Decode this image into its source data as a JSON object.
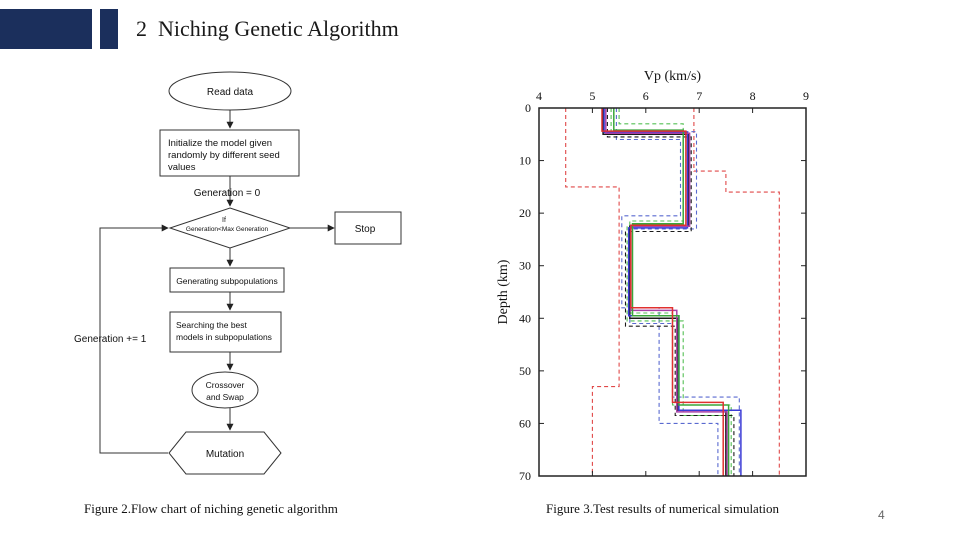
{
  "slide": {
    "title": "2  Niching Genetic Algorithm",
    "page_number": "4",
    "accent_color": "#1b2f5c"
  },
  "flowchart": {
    "caption": "Figure 2.Flow chart of niching genetic algorithm",
    "nodes": {
      "read_data": "Read data",
      "init_line1": "Initialize the model given",
      "init_line2": "randomly by different seed",
      "init_line3": "values",
      "gen_zero": "Generation = 0",
      "decision_line1": "If",
      "decision_line2": "Generation<Max Generation",
      "stop": "Stop",
      "subpop": "Generating subpopulations",
      "search_line1": "Searching the best",
      "search_line2": "models in subpopulations",
      "gen_inc": "Generation += 1",
      "cross_line1": "Crossover",
      "cross_line2": "and Swap",
      "mutation": "Mutation"
    }
  },
  "chart_data": {
    "type": "line",
    "caption": "Figure 3.Test results of numerical simulation",
    "xlabel": "Vp (km/s)",
    "ylabel": "Depth (km)",
    "x_axis_position": "top",
    "y_inverted": true,
    "xlim": [
      4,
      9
    ],
    "ylim": [
      0,
      70
    ],
    "x_ticks": [
      4,
      5,
      6,
      7,
      8,
      9
    ],
    "y_ticks": [
      0,
      10,
      20,
      30,
      40,
      50,
      60,
      70
    ],
    "grid": false,
    "series": [
      {
        "color": "#e04848",
        "dashed": true,
        "points": [
          [
            4.5,
            0
          ],
          [
            4.5,
            15
          ],
          [
            5.5,
            15
          ],
          [
            5.5,
            53
          ],
          [
            5.0,
            53
          ],
          [
            5.0,
            70
          ]
        ]
      },
      {
        "color": "#e04848",
        "dashed": true,
        "points": [
          [
            6.9,
            0
          ],
          [
            6.9,
            12
          ],
          [
            7.5,
            12
          ],
          [
            7.5,
            16
          ],
          [
            8.5,
            16
          ],
          [
            8.5,
            70
          ]
        ]
      },
      {
        "color": "#5a6ad0",
        "dashed": true,
        "points": [
          [
            5.2,
            0
          ],
          [
            5.2,
            4.5
          ],
          [
            6.95,
            4.5
          ],
          [
            6.95,
            23
          ],
          [
            5.7,
            23
          ],
          [
            5.7,
            41
          ],
          [
            6.5,
            41
          ],
          [
            6.5,
            55
          ],
          [
            7.75,
            55
          ],
          [
            7.75,
            70
          ]
        ]
      },
      {
        "color": "#5a6ad0",
        "dashed": true,
        "points": [
          [
            5.45,
            0
          ],
          [
            5.45,
            6
          ],
          [
            6.65,
            6
          ],
          [
            6.65,
            20.5
          ],
          [
            5.55,
            20.5
          ],
          [
            5.55,
            38
          ],
          [
            6.25,
            38
          ],
          [
            6.25,
            60
          ],
          [
            7.35,
            60
          ],
          [
            7.35,
            70
          ]
        ]
      },
      {
        "color": "#55c055",
        "dashed": true,
        "points": [
          [
            5.5,
            0
          ],
          [
            5.5,
            3
          ],
          [
            6.7,
            3
          ],
          [
            6.7,
            21.5
          ],
          [
            5.7,
            21.5
          ],
          [
            5.7,
            39
          ],
          [
            6.5,
            39
          ],
          [
            6.5,
            56.5
          ],
          [
            7.6,
            56.5
          ],
          [
            7.6,
            70
          ]
        ]
      },
      {
        "color": "#55c055",
        "dashed": true,
        "points": [
          [
            5.35,
            0
          ],
          [
            5.35,
            5
          ],
          [
            6.75,
            5
          ],
          [
            6.75,
            22.5
          ],
          [
            5.65,
            22.5
          ],
          [
            5.65,
            40.5
          ],
          [
            6.7,
            40.5
          ],
          [
            6.7,
            58.5
          ],
          [
            7.5,
            58.5
          ],
          [
            7.5,
            70
          ]
        ]
      },
      {
        "color": "#1a1a1a",
        "dashed": true,
        "points": [
          [
            5.28,
            0
          ],
          [
            5.28,
            5.5
          ],
          [
            6.85,
            5.5
          ],
          [
            6.85,
            23.5
          ],
          [
            5.62,
            23.5
          ],
          [
            5.62,
            41.5
          ],
          [
            6.55,
            41.5
          ],
          [
            6.55,
            58.5
          ],
          [
            7.65,
            58.5
          ],
          [
            7.65,
            70
          ]
        ]
      },
      {
        "color": "#1a1a1a",
        "dashed": false,
        "points": [
          [
            5.2,
            0
          ],
          [
            5.2,
            5
          ],
          [
            6.8,
            5
          ],
          [
            6.8,
            22.5
          ],
          [
            5.7,
            22.5
          ],
          [
            5.7,
            40
          ],
          [
            6.6,
            40
          ],
          [
            6.6,
            57.5
          ],
          [
            7.5,
            57.5
          ],
          [
            7.5,
            70
          ]
        ]
      },
      {
        "color": "#3b3bd6",
        "dashed": false,
        "points": [
          [
            5.22,
            0
          ],
          [
            5.22,
            4.6
          ],
          [
            6.78,
            4.6
          ],
          [
            6.78,
            22.8
          ],
          [
            5.68,
            22.8
          ],
          [
            5.68,
            39.5
          ],
          [
            6.62,
            39.5
          ],
          [
            6.62,
            57.5
          ],
          [
            7.78,
            57.5
          ],
          [
            7.78,
            70
          ]
        ]
      },
      {
        "color": "#a840a8",
        "dashed": false,
        "points": [
          [
            5.25,
            0
          ],
          [
            5.25,
            4.8
          ],
          [
            6.82,
            4.8
          ],
          [
            6.82,
            22.5
          ],
          [
            5.72,
            22.5
          ],
          [
            5.72,
            38.5
          ],
          [
            6.58,
            38.5
          ],
          [
            6.58,
            57.8
          ],
          [
            7.52,
            57.8
          ],
          [
            7.52,
            70
          ]
        ]
      },
      {
        "color": "#3aa53a",
        "dashed": false,
        "points": [
          [
            5.4,
            0
          ],
          [
            5.4,
            4.2
          ],
          [
            6.7,
            4.2
          ],
          [
            6.7,
            22
          ],
          [
            5.75,
            22
          ],
          [
            5.75,
            39.5
          ],
          [
            6.62,
            39.5
          ],
          [
            6.62,
            56.5
          ],
          [
            7.55,
            56.5
          ],
          [
            7.55,
            70
          ]
        ]
      },
      {
        "color": "#e03030",
        "dashed": false,
        "points": [
          [
            5.18,
            0
          ],
          [
            5.18,
            4.4
          ],
          [
            6.75,
            4.4
          ],
          [
            6.75,
            22.3
          ],
          [
            5.72,
            22.3
          ],
          [
            5.72,
            38
          ],
          [
            6.5,
            38
          ],
          [
            6.5,
            56
          ],
          [
            7.45,
            56
          ],
          [
            7.45,
            70
          ]
        ]
      }
    ]
  }
}
